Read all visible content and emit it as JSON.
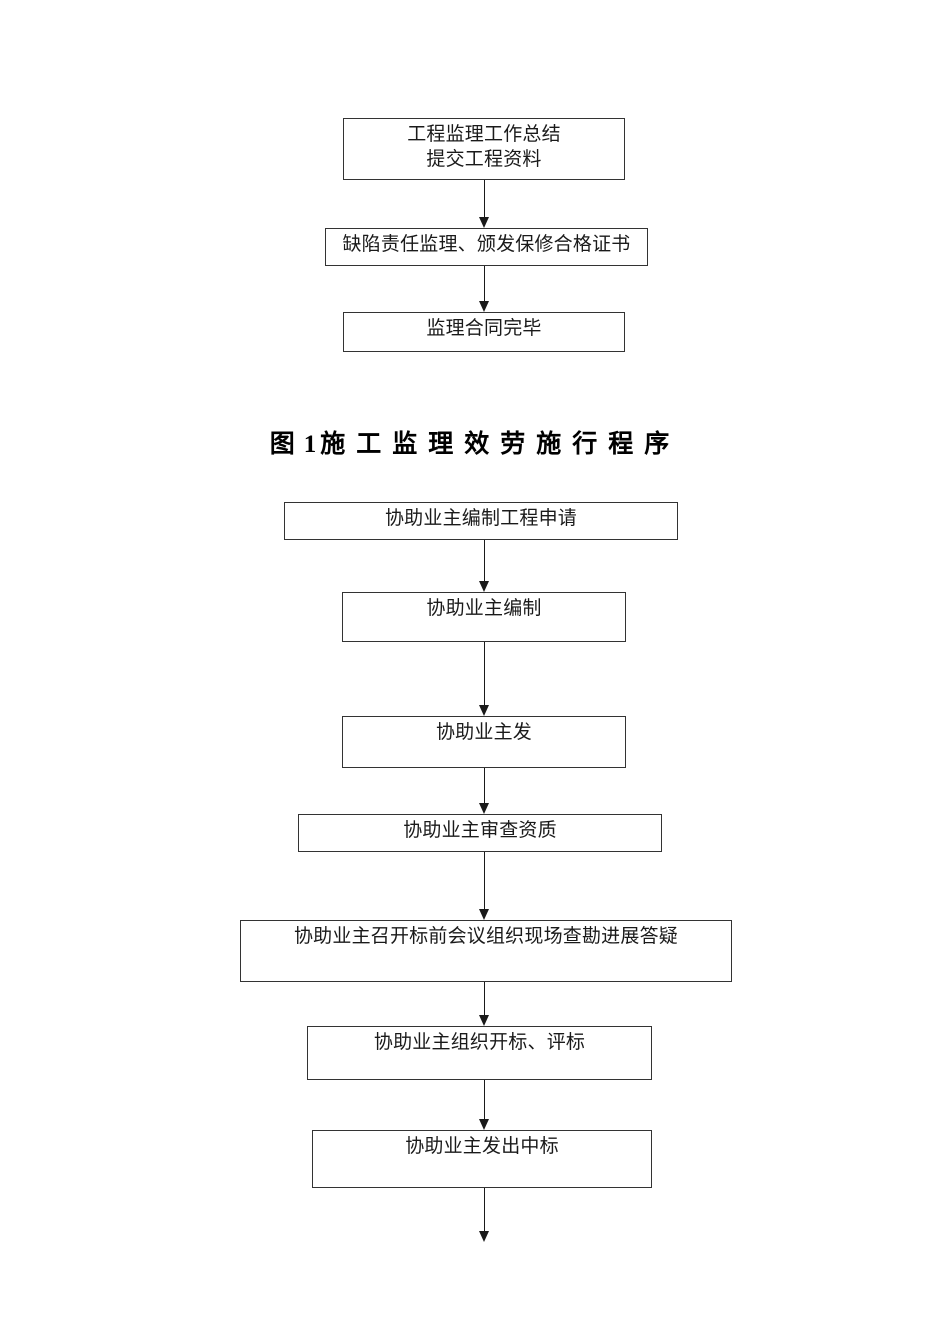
{
  "document": {
    "page_background": "#ffffff",
    "line_color": "#333333"
  },
  "diagram_top": {
    "name": "construction-supervision-closing-flow",
    "nodes": [
      {
        "id": "n1",
        "lines": [
          "工程监理工作总结",
          "提交工程资料"
        ]
      },
      {
        "id": "n2",
        "lines": [
          "缺陷责任监理、颁发保修合格证书"
        ]
      },
      {
        "id": "n3",
        "lines": [
          "监理合同完毕"
        ]
      }
    ]
  },
  "caption": {
    "fig_word": "图",
    "fig_number": "1",
    "fig_title": "施工监理效劳施行程序",
    "full_text": "图 1施 工 监 理 效 劳 施 行 程 序"
  },
  "diagram_bottom": {
    "name": "tender-assistance-flow",
    "nodes": [
      {
        "id": "m1",
        "lines": [
          "协助业主编制工程申请"
        ]
      },
      {
        "id": "m2",
        "lines": [
          "协助业主编制"
        ]
      },
      {
        "id": "m3",
        "lines": [
          "协助业主发"
        ]
      },
      {
        "id": "m4",
        "lines": [
          "协助业主审查资质"
        ]
      },
      {
        "id": "m5",
        "lines": [
          "协助业主召开标前会议组织现场查勘进展答疑"
        ]
      },
      {
        "id": "m6",
        "lines": [
          "协助业主组织开标、评标"
        ]
      },
      {
        "id": "m7",
        "lines": [
          "协助业主发出中标"
        ]
      }
    ]
  }
}
